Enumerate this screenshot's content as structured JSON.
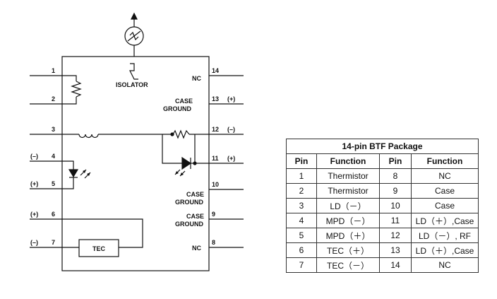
{
  "diagram": {
    "labels": {
      "isolator": "ISOLATOR",
      "nc_top": "NC",
      "nc_bottom": "NC",
      "case_ground": [
        "CASE",
        "GROUND"
      ],
      "tec": "TEC"
    },
    "left_pins": [
      {
        "num": "1",
        "sign": ""
      },
      {
        "num": "2",
        "sign": ""
      },
      {
        "num": "3",
        "sign": ""
      },
      {
        "num": "4",
        "sign": "(–)"
      },
      {
        "num": "5",
        "sign": "(+)"
      },
      {
        "num": "6",
        "sign": "(+)"
      },
      {
        "num": "7",
        "sign": "(–)"
      }
    ],
    "right_pins": [
      {
        "num": "14",
        "sign": ""
      },
      {
        "num": "13",
        "sign": "(+)"
      },
      {
        "num": "12",
        "sign": "(–)"
      },
      {
        "num": "11",
        "sign": "(+)"
      },
      {
        "num": "10",
        "sign": ""
      },
      {
        "num": "9",
        "sign": ""
      },
      {
        "num": "8",
        "sign": ""
      }
    ]
  },
  "table": {
    "title": "14-pin BTF Package",
    "headers": [
      "Pin",
      "Function",
      "Pin",
      "Function"
    ],
    "rows": [
      [
        "1",
        "Thermistor",
        "8",
        "NC"
      ],
      [
        "2",
        "Thermistor",
        "9",
        "Case"
      ],
      [
        "3",
        "LD（－）",
        "10",
        "Case"
      ],
      [
        "4",
        "MPD（－）",
        "11",
        "LD（＋）,Case"
      ],
      [
        "5",
        "MPD（＋）",
        "12",
        "LD（－）, RF"
      ],
      [
        "6",
        "TEC（＋）",
        "13",
        "LD（＋）,Case"
      ],
      [
        "7",
        "TEC（－）",
        "14",
        "NC"
      ]
    ]
  }
}
